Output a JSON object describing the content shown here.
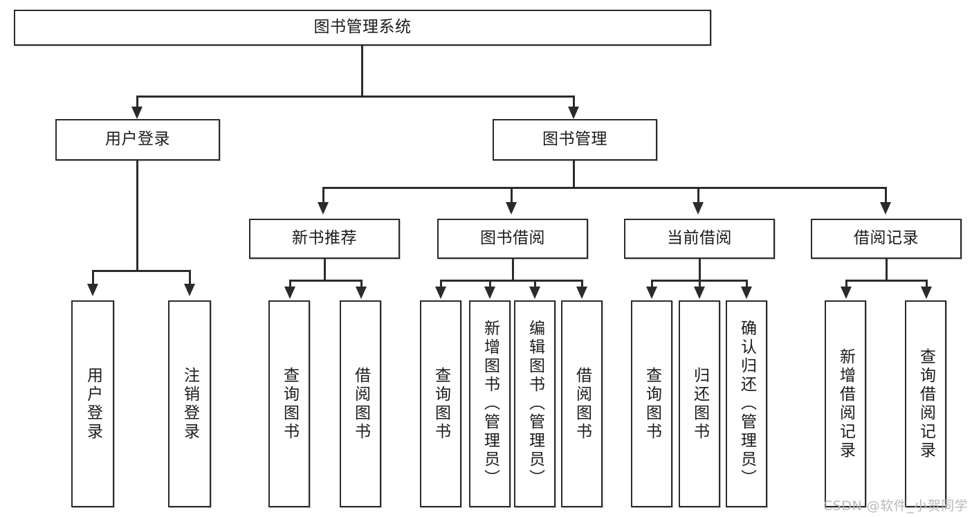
{
  "diagram": {
    "type": "tree",
    "title": "图书管理系统",
    "watermark": "CSDN @软件_小贺同学",
    "colors": {
      "stroke": "#2b2b2b",
      "fill": "#ffffff",
      "text": "#1b1b1b",
      "watermark": "#b9b9b9"
    },
    "root": {
      "label": "图书管理系统"
    },
    "level2": [
      {
        "label": "用户登录"
      },
      {
        "label": "图书管理"
      }
    ],
    "level3": [
      {
        "label": "新书推荐"
      },
      {
        "label": "图书借阅"
      },
      {
        "label": "当前借阅"
      },
      {
        "label": "借阅记录"
      }
    ],
    "leaves": {
      "user_login": [
        {
          "label": "用户登录"
        },
        {
          "label": "注销登录"
        }
      ],
      "new_book_recommend": [
        {
          "label": "查询图书"
        },
        {
          "label": "借阅图书"
        }
      ],
      "book_borrow": [
        {
          "label": "查询图书"
        },
        {
          "label": "新增图书（管理员）"
        },
        {
          "label": "编辑图书（管理员）"
        },
        {
          "label": "借阅图书"
        }
      ],
      "current_borrow": [
        {
          "label": "查询图书"
        },
        {
          "label": "归还图书"
        },
        {
          "label": "确认归还（管理员）"
        }
      ],
      "borrow_record": [
        {
          "label": "新增借阅记录"
        },
        {
          "label": "查询借阅记录"
        }
      ]
    }
  }
}
